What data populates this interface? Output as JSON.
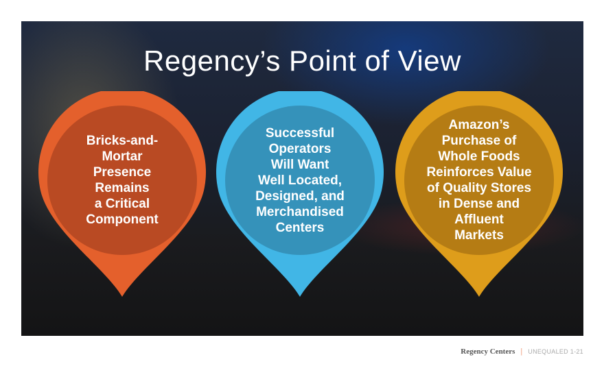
{
  "slide": {
    "title": "Regency’s Point of View",
    "pins": [
      {
        "lines": [
          "Bricks-and-",
          "Mortar",
          "Presence",
          "Remains",
          "a Critical",
          "Component"
        ],
        "outer_color": "#E4602C",
        "inner_color": "#B94A23"
      },
      {
        "lines": [
          "Successful",
          "Operators",
          "Will Want",
          "Well Located,",
          "Designed, and",
          "Merchandised",
          "Centers"
        ],
        "outer_color": "#41B6E6",
        "inner_color": "#3592BA"
      },
      {
        "lines": [
          "Amazon’s",
          "Purchase of",
          "Whole Foods",
          "Reinforces Value",
          "of Quality Stores",
          "in Dense and",
          "Affluent",
          "Markets"
        ],
        "outer_color": "#DE9D1B",
        "inner_color": "#B57C14"
      }
    ]
  },
  "footer": {
    "brand": "Regency Centers",
    "separator": "|",
    "label": "UNEQUALED 1-21"
  }
}
